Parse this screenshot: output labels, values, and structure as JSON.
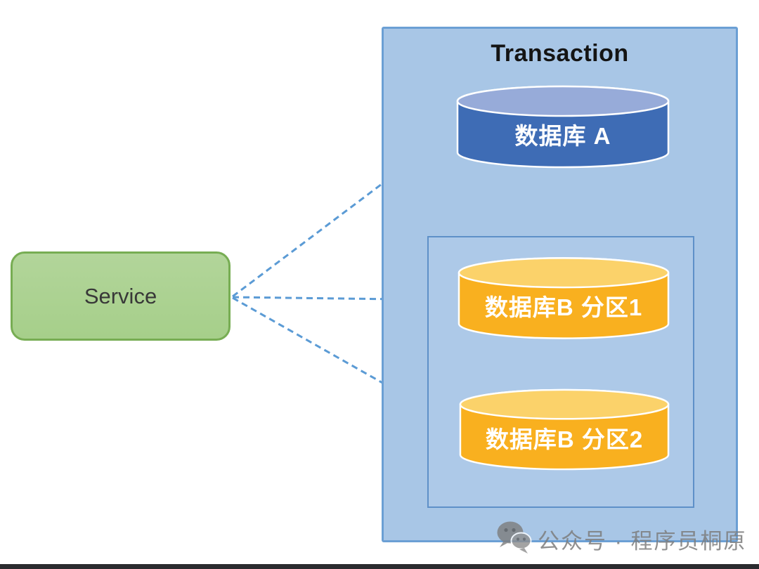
{
  "service": {
    "label": "Service"
  },
  "transaction": {
    "title": "Transaction",
    "database_a_label": "数据库 A",
    "partition1_label": "数据库B 分区1",
    "partition2_label": "数据库B 分区2"
  },
  "watermark": {
    "icon": "wechat-icon",
    "text": "公众号 · 程序员桐原"
  },
  "colors": {
    "container_fill": "#a8c6e6",
    "container_border": "#6b9fd4",
    "partition_border": "#5e90c8",
    "service_fill": "#a9d18e",
    "service_border": "#77ad53",
    "database_a_body": "#3e6cb5",
    "database_a_top": "#97abd9",
    "database_b_body": "#f9b01f",
    "database_b_top": "#fbd26a",
    "arrow": "#5b9bd5",
    "watermark_text": "#7c7c7c",
    "bottom_bar": "#2b2b2f"
  }
}
